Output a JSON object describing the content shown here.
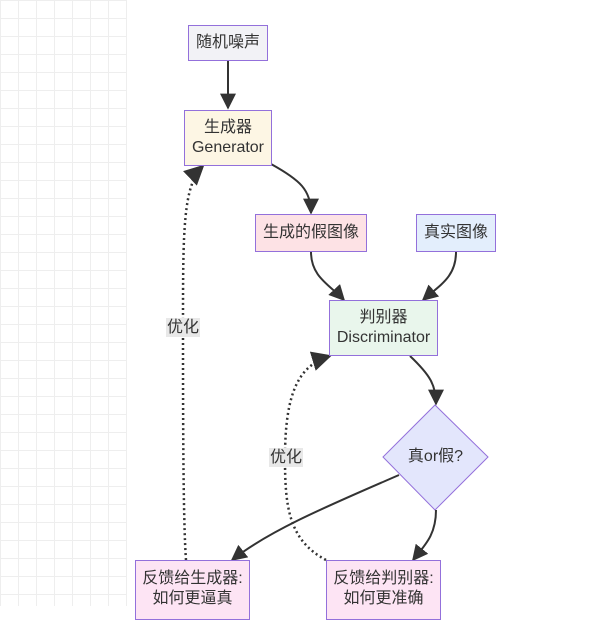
{
  "nodes": {
    "noise": {
      "label": "随机噪声"
    },
    "generator": {
      "label_zh": "生成器",
      "label_en": "Generator"
    },
    "fake_image": {
      "label": "生成的假图像"
    },
    "real_image": {
      "label": "真实图像"
    },
    "discriminator": {
      "label_zh": "判别器",
      "label_en": "Discriminator"
    },
    "decision": {
      "label": "真or假?"
    },
    "feedback_generator": {
      "line1": "反馈给生成器:",
      "line2": "如何更逼真"
    },
    "feedback_discriminator": {
      "line1": "反馈给判别器:",
      "line2": "如何更准确"
    }
  },
  "edge_labels": {
    "optimize_generator": "优化",
    "optimize_discriminator": "优化"
  },
  "colors": {
    "node_border": "#9370db",
    "edge": "#333333",
    "noise_fill": "#f2f2f6",
    "generator_fill": "#fdf6e4",
    "fake_fill": "#fde2e5",
    "real_fill": "#e3eefc",
    "discriminator_fill": "#e9f6ec",
    "decision_fill": "#e3e6fc",
    "feedback_fill": "#fde4f4"
  }
}
